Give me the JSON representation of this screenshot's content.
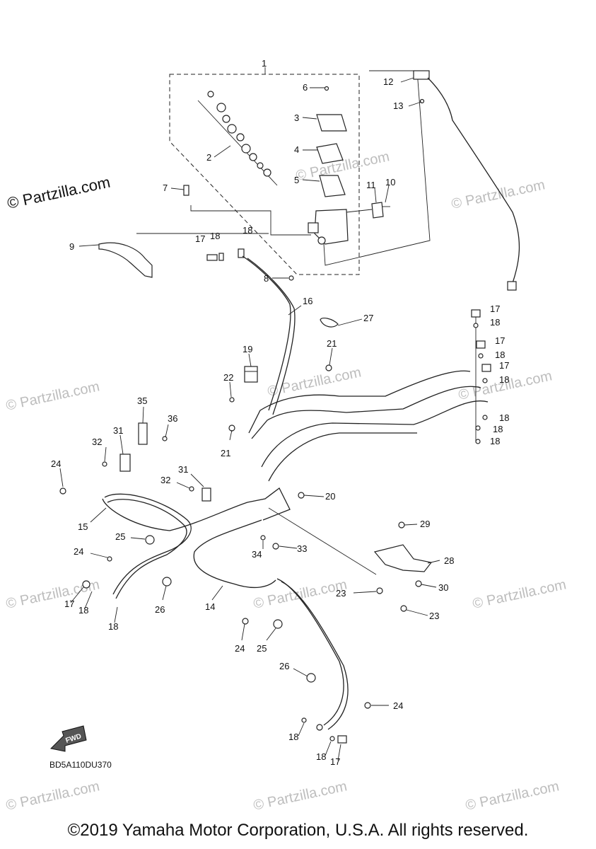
{
  "diagram": {
    "watermark_main": "© Partzilla.com",
    "watermark_faint": "© Partzilla.com",
    "arrow_label": "FWD",
    "diagram_code": "BD5A110DU370",
    "copyright": "©2019 Yamaha Motor Corporation, U.S.A. All rights reserved.",
    "callouts": {
      "n1": "1",
      "n2": "2",
      "n3": "3",
      "n4": "4",
      "n5": "5",
      "n6": "6",
      "n7": "7",
      "n8": "8",
      "n9": "9",
      "n10": "10",
      "n11": "11",
      "n12": "12",
      "n13": "13",
      "n14": "14",
      "n15": "15",
      "n16": "16",
      "n17": "17",
      "n18": "18",
      "n19": "19",
      "n20": "20",
      "n21": "21",
      "n22": "22",
      "n23": "23",
      "n24": "24",
      "n25": "25",
      "n26": "26",
      "n27": "27",
      "n28": "28",
      "n29": "29",
      "n30": "30",
      "n31": "31",
      "n32": "32",
      "n33": "33",
      "n34": "34",
      "n35": "35",
      "n36": "36"
    }
  }
}
